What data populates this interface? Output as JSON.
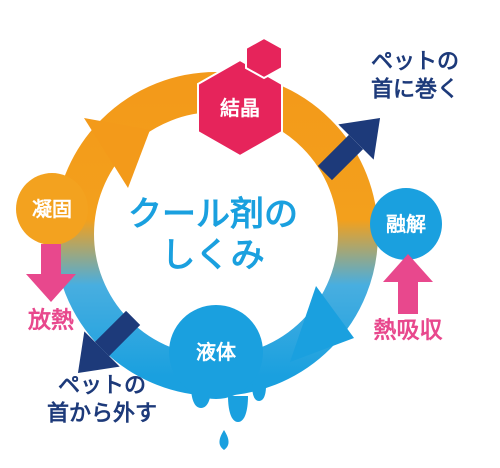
{
  "center": {
    "line1": "クール剤の",
    "line2": "しくみ"
  },
  "nodes": {
    "crystal": "結晶",
    "melting": "融解",
    "liquid": "液体",
    "freezing": "凝固"
  },
  "annotations": {
    "wrap_neck": {
      "line1": "ペットの",
      "line2": "首に巻く"
    },
    "remove_neck": {
      "line1": "ペットの",
      "line2": "首から外す"
    },
    "heat_absorption": "熱吸収",
    "heat_release": "放熱"
  },
  "colors": {
    "ring_orange": "#f39a1a",
    "ring_blue": "#1aa0df",
    "crystal_pink": "#e6245b",
    "freezing_orange": "#f3a21f",
    "navy_arrow": "#1d3a7a",
    "pink_arrow": "#e8488d"
  }
}
